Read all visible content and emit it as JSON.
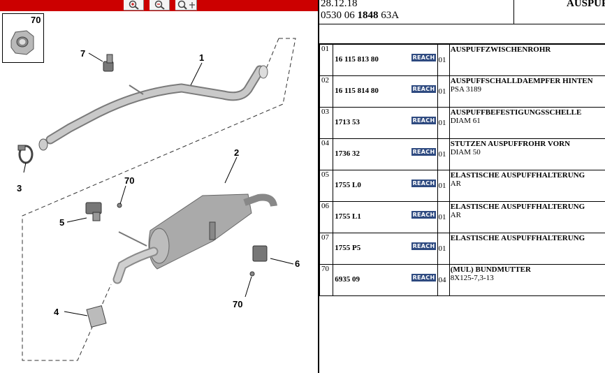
{
  "toolbar": {
    "buttons": [
      {
        "name": "zoom-in-icon"
      },
      {
        "name": "zoom-out-icon"
      },
      {
        "name": "zoom-pan-icon"
      }
    ]
  },
  "diagram": {
    "callouts": {
      "c70_box": "70",
      "c1": "1",
      "c2": "2",
      "c3": "3",
      "c4": "4",
      "c5": "5",
      "c6": "6",
      "c7": "7",
      "c70a": "70",
      "c70b": "70"
    }
  },
  "header": {
    "date": "28.12.18",
    "ref_prefix": "0530 06 ",
    "ref_bold": "1848",
    "ref_suffix": " 63A",
    "title": "AUSPUFF"
  },
  "parts": [
    {
      "pos": "01",
      "ref": "16 115 813 80",
      "badge": "REACH",
      "qty": "01",
      "desc1": "AUSPUFFZWISCHENROHR",
      "desc2": ""
    },
    {
      "pos": "02",
      "ref": "16 115 814 80",
      "badge": "REACH",
      "qty": "01",
      "desc1": "AUSPUFFSCHALLDAEMPFER HINTEN",
      "desc2": "PSA 3189"
    },
    {
      "pos": "03",
      "ref": "1713 53",
      "badge": "REACH",
      "qty": "01",
      "desc1": "AUSPUFFBEFESTIGUNGSSCHELLE",
      "desc2": "DIAM 61"
    },
    {
      "pos": "04",
      "ref": "1736 32",
      "badge": "REACH",
      "qty": "01",
      "desc1": "STUTZEN AUSPUFFROHR VORN",
      "desc2": "DIAM 50"
    },
    {
      "pos": "05",
      "ref": "1755 L0",
      "badge": "REACH",
      "qty": "01",
      "desc1": "ELASTISCHE AUSPUFFHALTERUNG",
      "desc2": "AR"
    },
    {
      "pos": "06",
      "ref": "1755 L1",
      "badge": "REACH",
      "qty": "01",
      "desc1": "ELASTISCHE AUSPUFFHALTERUNG",
      "desc2": "AR"
    },
    {
      "pos": "07",
      "ref": "1755 P5",
      "badge": "REACH",
      "qty": "01",
      "desc1": "ELASTISCHE AUSPUFFHALTERUNG",
      "desc2": ""
    },
    {
      "pos": "70",
      "ref": "6935 09",
      "badge": "REACH",
      "qty": "04",
      "desc1": "(MUL) BUNDMUTTER",
      "desc2": "8X125-7,3-13"
    }
  ]
}
